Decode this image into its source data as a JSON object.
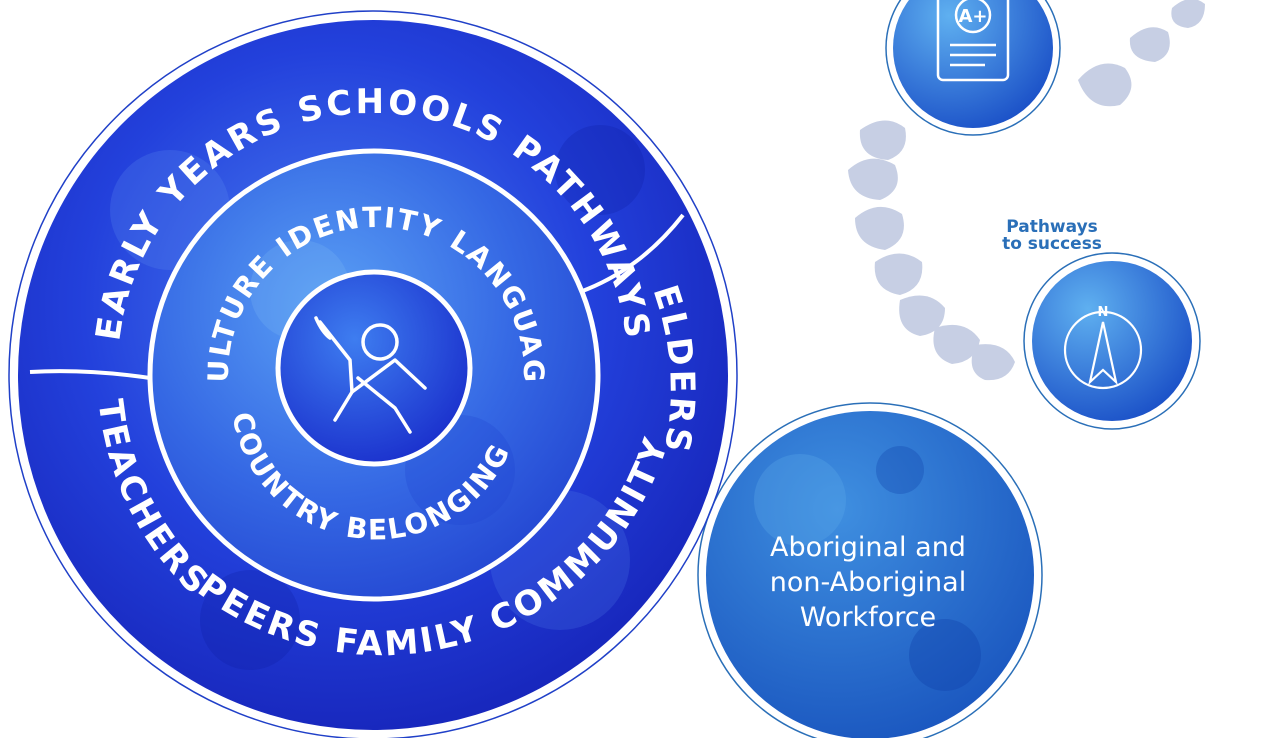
{
  "outer_ring": {
    "top": [
      "EARLY YEARS",
      "SCHOOLS",
      "PATHWAYS"
    ],
    "right": "ELDERS",
    "left": "TEACHERS",
    "bottom": [
      "PEERS",
      "FAMILY",
      "COMMUNITY"
    ]
  },
  "inner_ring": {
    "top": [
      "CULTURE",
      "IDENTITY",
      "LANGUAGE"
    ],
    "bottom": [
      "COUNTRY",
      "BELONGING"
    ]
  },
  "pathways_caption": [
    "Pathways",
    "to success"
  ],
  "grade_badge": "A+",
  "compass_letter": "N",
  "workforce_label": [
    "Aboriginal and",
    "non-Aboriginal",
    "Workforce"
  ],
  "colors": {
    "deep_blue": "#1c2fd6",
    "mid_blue": "#2f5fe0",
    "light_blue": "#4a8ff0",
    "stone": "#c7cfe4",
    "caption": "#2a6fb8"
  }
}
